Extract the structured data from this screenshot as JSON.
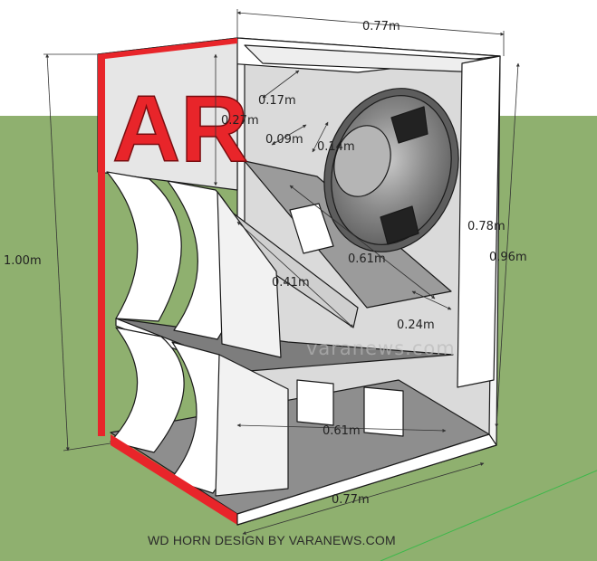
{
  "logo": {
    "text": "AR"
  },
  "dimensions": {
    "top_width": "0.77m",
    "bottom_width": "0.77m",
    "total_height": "1.00m",
    "back_height": "0.96m",
    "logo_panel_height": "0.27m",
    "upper_baffle": "0.17m",
    "throat_gap": "0.09m",
    "driver_offset": "0.14m",
    "baffle_length": "0.61m",
    "inner_depth": "0.61m",
    "front_panel_height": "0.78m",
    "horn_depth": "0.41m",
    "lower_gap": "0.24m"
  },
  "watermark": "varanews.com",
  "caption": "WD HORN DESIGN BY VARANEWS.COM",
  "colors": {
    "sky": "#ffffff",
    "ground": "#8fb06f",
    "panel": "#ffffff",
    "interior_floor": "#8e8e8e",
    "accent_red": "#e8252a",
    "outline": "#1a1a1a"
  }
}
